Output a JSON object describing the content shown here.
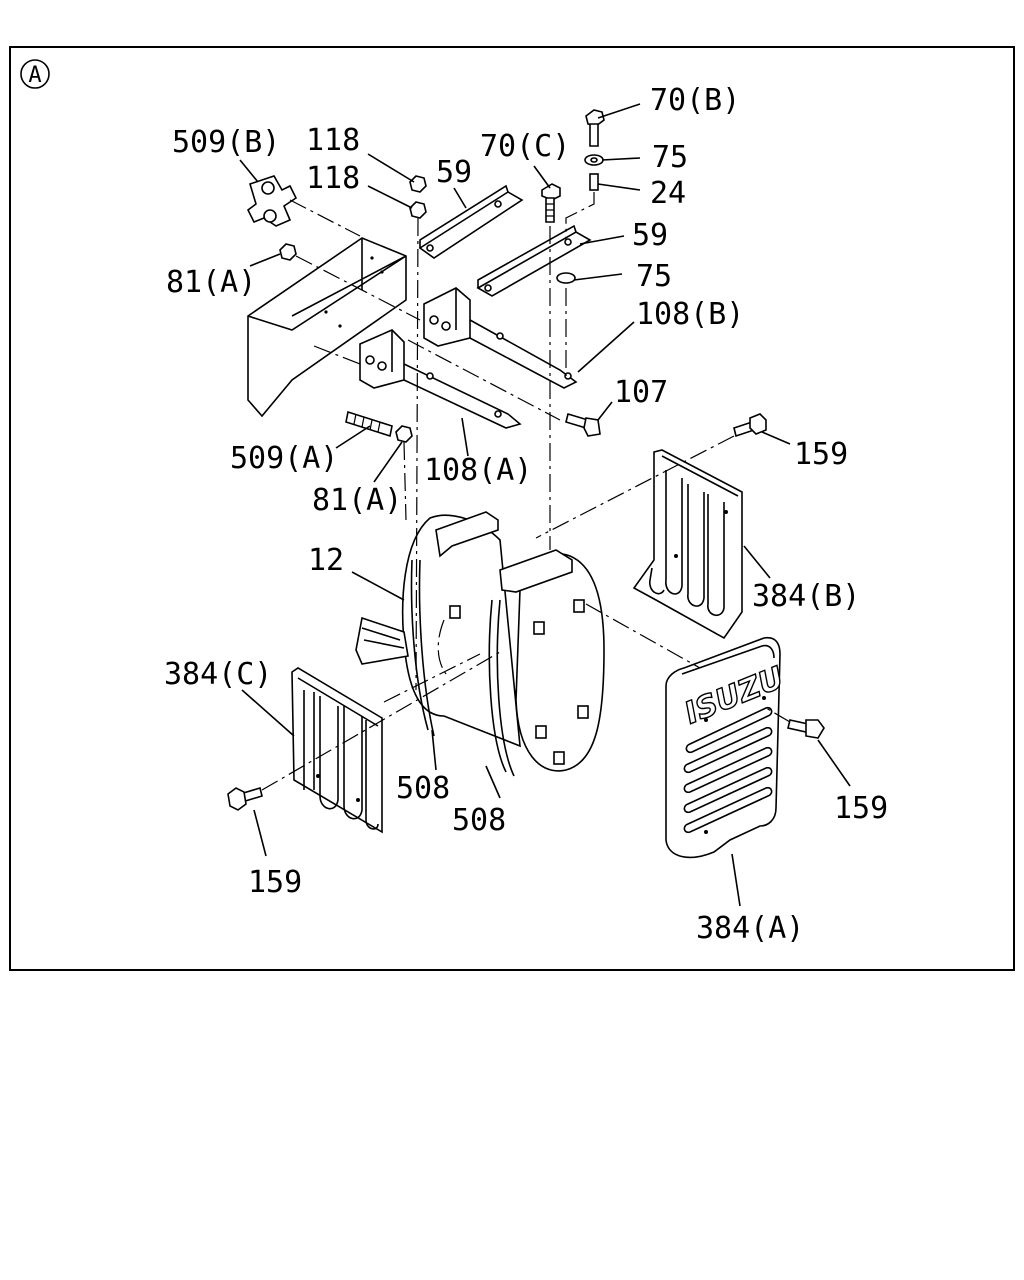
{
  "view_marker": "A",
  "logo_text": "ISUZU",
  "labels": {
    "p70b": "70(B)",
    "p75_top": "75",
    "p24": "24",
    "p70c": "70(C)",
    "p118_a": "118",
    "p118_b": "118",
    "p59_a": "59",
    "p59_b": "59",
    "p509b": "509(B)",
    "p75_mid": "75",
    "p81a_top": "81(A)",
    "p108b": "108(B)",
    "p107": "107",
    "p509a": "509(A)",
    "p108a": "108(A)",
    "p81a_bot": "81(A)",
    "p159_tr": "159",
    "p12": "12",
    "p384b": "384(B)",
    "p384c": "384(C)",
    "p508_a": "508",
    "p508_b": "508",
    "p159_r": "159",
    "p159_l": "159",
    "p384a": "384(A)"
  }
}
